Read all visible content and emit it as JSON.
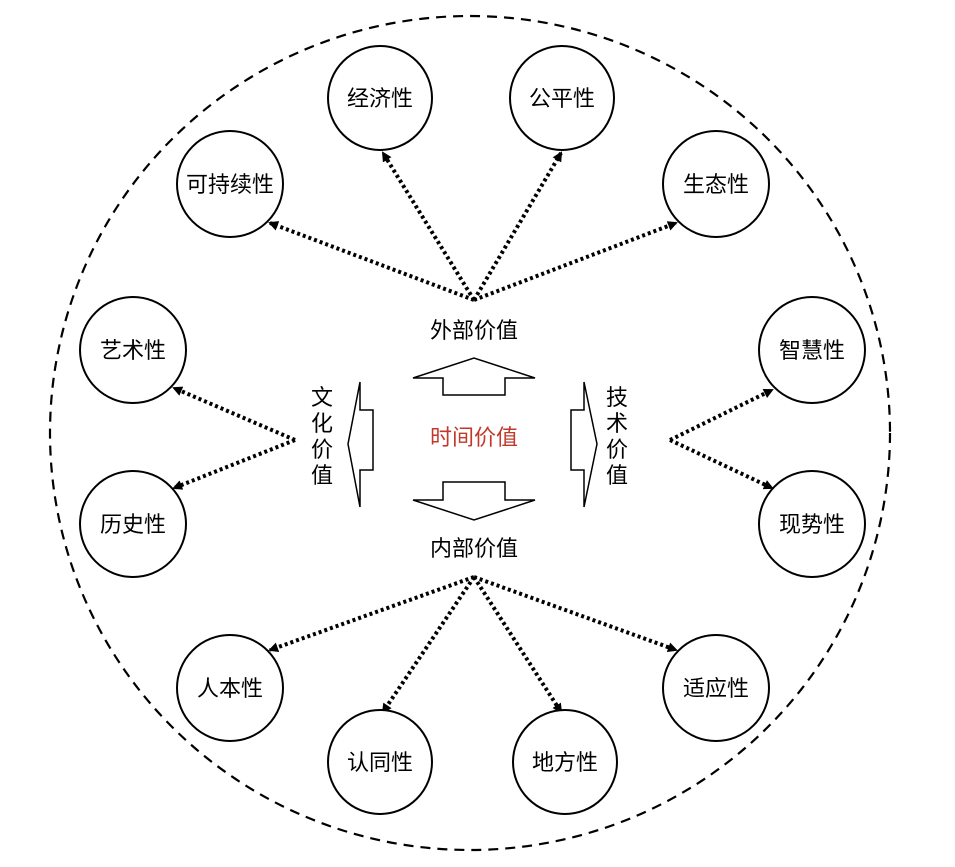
{
  "center": {
    "label": "时间价值",
    "color": "#c0392b"
  },
  "values": {
    "outer": "外部价值",
    "inner": "内部价值",
    "culture": [
      "文",
      "化",
      "价",
      "值"
    ],
    "tech": [
      "技",
      "术",
      "价",
      "值"
    ]
  },
  "nodes": {
    "economy": "经济性",
    "fairness": "公平性",
    "sustainability": "可持续性",
    "ecology": "生态性",
    "art": "艺术性",
    "history": "历史性",
    "wisdom": "智慧性",
    "trend": "现势性",
    "humanism": "人本性",
    "identity": "认同性",
    "locality": "地方性",
    "adaptability": "适应性"
  }
}
